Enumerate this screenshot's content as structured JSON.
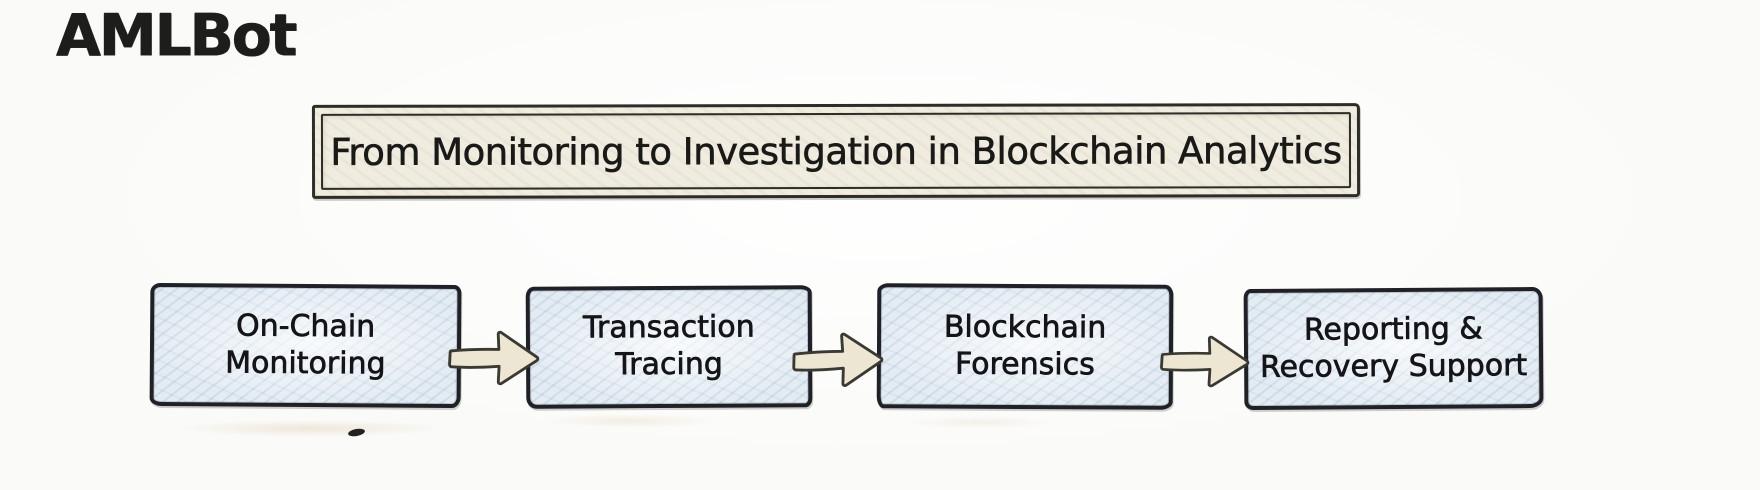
{
  "logo": {
    "text": "AMLBot",
    "color": "#1d1d1b"
  },
  "banner": {
    "title": "From Monitoring to Investigation in Blockchain Analytics",
    "fill_color": "#f0ecdf",
    "border_color": "#2d2c27"
  },
  "flow": {
    "direction": "left-to-right",
    "box_fill_color": "#e4ecf3",
    "box_border_color": "#202126",
    "arrow_fill_color": "#ece6d3",
    "arrow_outline_color": "#3b3a32",
    "arrow_icon": "block-arrow-right",
    "steps": [
      {
        "line1": "On-Chain",
        "line2": "Monitoring"
      },
      {
        "line1": "Transaction",
        "line2": "Tracing"
      },
      {
        "line1": "Blockchain",
        "line2": "Forensics"
      },
      {
        "line1": "Reporting &",
        "line2": "Recovery Support"
      }
    ]
  },
  "page": {
    "background_color": "#fafaf8"
  }
}
